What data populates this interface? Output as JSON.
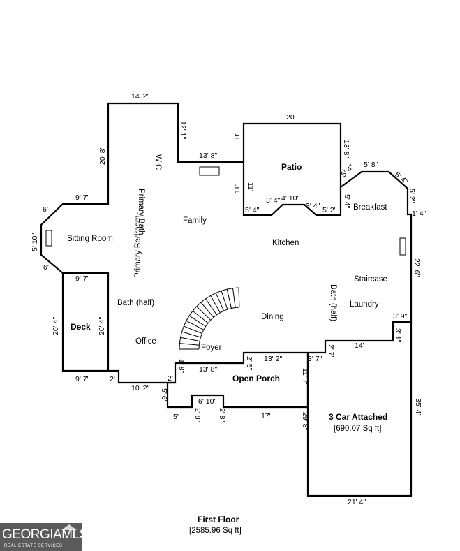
{
  "rooms": {
    "sitting_room": "Sitting Room",
    "primary_bedroom": "Primary Bedroom",
    "primary_bath": "Primary Bath",
    "wic": "WIC",
    "family": "Family",
    "patio": "Patio",
    "breakfast": "Breakfast",
    "kitchen": "Kitchen",
    "staircase": "Staircase",
    "laundry": "Laundry",
    "bath_half_vertical": "Bath (half)",
    "bath_half": "Bath (half)",
    "deck": "Deck",
    "office": "Office",
    "dining": "Dining",
    "foyer": "Foyer",
    "open_porch": "Open Porch",
    "garage": "3 Car Attached",
    "garage_area": "[690.07 Sq ft]"
  },
  "dimensions": {
    "top_14_2": "14' 2\"",
    "v_12_1": "12' 1\"",
    "v_20_8": "20' 8\"",
    "h_13_8_wic": "13' 8\"",
    "v_8": "8'",
    "top_20": "20'",
    "v_13_8": "13' 8\"",
    "v_11_patio": "11'",
    "v_11_inner": "11'",
    "h_9_7_top": "9' 7\"",
    "v_6_top": "6'",
    "v_5_10": "5' 10\"",
    "v_6_bot": "6'",
    "h_5_4_patio": "5' 4\"",
    "h_3_4_a": "3' 4\"",
    "h_4_10": "4' 10\"",
    "h_3_4_b": "3' 4\"",
    "h_5_2": "5' 2\"",
    "v_5_4_a": "5' 4\"",
    "v_5_4_b": "5' 4\"",
    "h_5_8": "5' 8\"",
    "d_5_4": "5' 4\"",
    "d_5_2": "5' 2\"",
    "h_1_4": "1' 4\"",
    "v_22_6": "22' 6\"",
    "h_3_9": "3' 9\"",
    "v_3_1": "3' 1\"",
    "h_14": "14'",
    "v_2_7": "2' 7\"",
    "h_3_7": "3' 7\"",
    "h_13_2": "13' 2\"",
    "v_2_5": "2' 5\"",
    "v_11_7": "11' 7\"",
    "h_9_7_deck": "9' 7\"",
    "v_20_4_out": "20' 4\"",
    "v_20_4_in": "20' 4\"",
    "h_9_7_bottom": "9' 7\"",
    "h_2": "2'",
    "h_10_2": "10' 2\"",
    "v_1_8": "1' 8\"",
    "h_13_8_porch": "13' 8\"",
    "h_2_porch": "2'",
    "v_5_6": "5' 6\"",
    "h_5": "5'",
    "h_6_10": "6' 10\"",
    "v_2_8_a": "2' 8\"",
    "v_2_8_b": "2' 8\"",
    "h_17": "17'",
    "v_29_8": "29' 8\"",
    "v_35_4": "35' 4\"",
    "h_21_4": "21' 4\""
  },
  "caption": {
    "title": "First Floor",
    "area": "[2585.96 Sq ft]"
  },
  "logo": {
    "name": "GEORGIAMLS",
    "tagline": "REAL ESTATE SERVICES"
  }
}
